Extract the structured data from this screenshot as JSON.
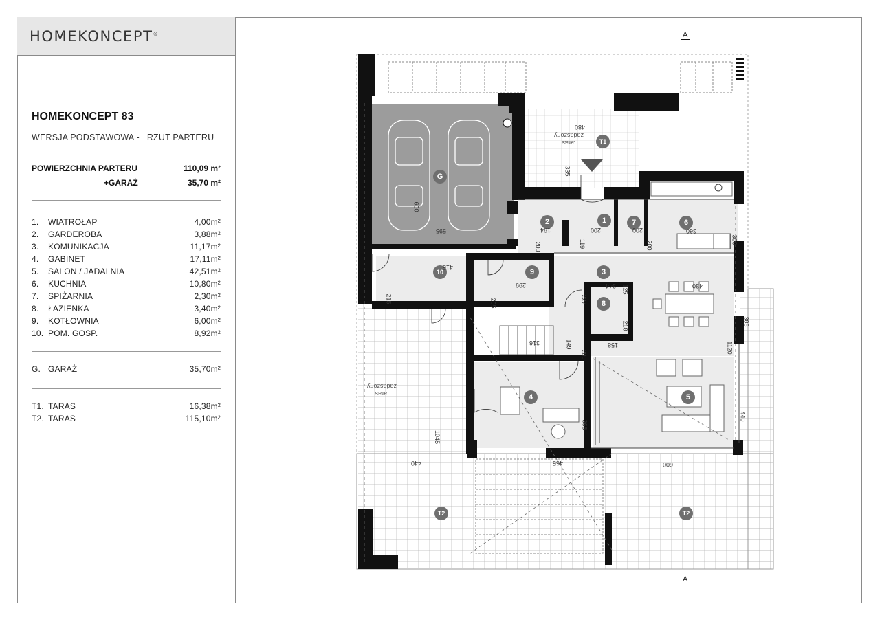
{
  "brand": {
    "logo_text": "HOMEKONCEPT",
    "logo_mark": "®"
  },
  "project": {
    "title": "HOMEKONCEPT 83",
    "subtitle": "WERSJA PODSTAWOWA -   RZUT PARTERU"
  },
  "summary": {
    "ground_floor_label": "POWIERZCHNIA PARTERU",
    "ground_floor_value": "110,09 m²",
    "garage_label": "+GARAŻ",
    "garage_value": "35,70 m²"
  },
  "rooms": [
    {
      "num": "1.",
      "name": "WIATROŁAP",
      "area": "4,00m²"
    },
    {
      "num": "2.",
      "name": "GARDEROBA",
      "area": "3,88m²"
    },
    {
      "num": "3.",
      "name": "KOMUNIKACJA",
      "area": "11,17m²"
    },
    {
      "num": "4.",
      "name": "GABINET",
      "area": "17,11m²"
    },
    {
      "num": "5.",
      "name": "SALON / JADALNIA",
      "area": "42,51m²"
    },
    {
      "num": "6.",
      "name": "KUCHNIA",
      "area": "10,80m²"
    },
    {
      "num": "7.",
      "name": "SPIŻARNIA",
      "area": "2,30m²"
    },
    {
      "num": "8.",
      "name": "ŁAZIENKA",
      "area": "3,40m²"
    },
    {
      "num": "9.",
      "name": "KOTŁOWNIA",
      "area": "6,00m²"
    },
    {
      "num": "10.",
      "name": "POM. GOSP.",
      "area": "8,92m²"
    }
  ],
  "garage": {
    "num": "G.",
    "name": "GARAŻ",
    "area": "35,70m²"
  },
  "terraces": [
    {
      "num": "T1.",
      "name": "TARAS",
      "area": "16,38m²"
    },
    {
      "num": "T2.",
      "name": "TARAS",
      "area": "115,10m²"
    }
  ],
  "plan": {
    "section_marker": "A",
    "room_badges": [
      "1",
      "2",
      "3",
      "4",
      "5",
      "6",
      "7",
      "8",
      "9",
      "10",
      "G",
      "T1",
      "T2",
      "T2"
    ],
    "roof_label_line1": "taras",
    "roof_label_line2": "zadaszony",
    "dimensions": [
      "480",
      "335",
      "600",
      "595",
      "194",
      "200",
      "200",
      "200",
      "119",
      "200",
      "360",
      "300",
      "415",
      "215",
      "299",
      "205",
      "344",
      "227",
      "125",
      "430",
      "386",
      "1120",
      "218",
      "158",
      "316",
      "149",
      "200",
      "368",
      "465",
      "440",
      "1045",
      "440",
      "600"
    ],
    "colors": {
      "wall": "#111111",
      "garage_fill": "#9c9c9c",
      "floor_fill": "#ececec",
      "badge": "#6f6f6f",
      "grid": "#b5b5b5"
    }
  }
}
